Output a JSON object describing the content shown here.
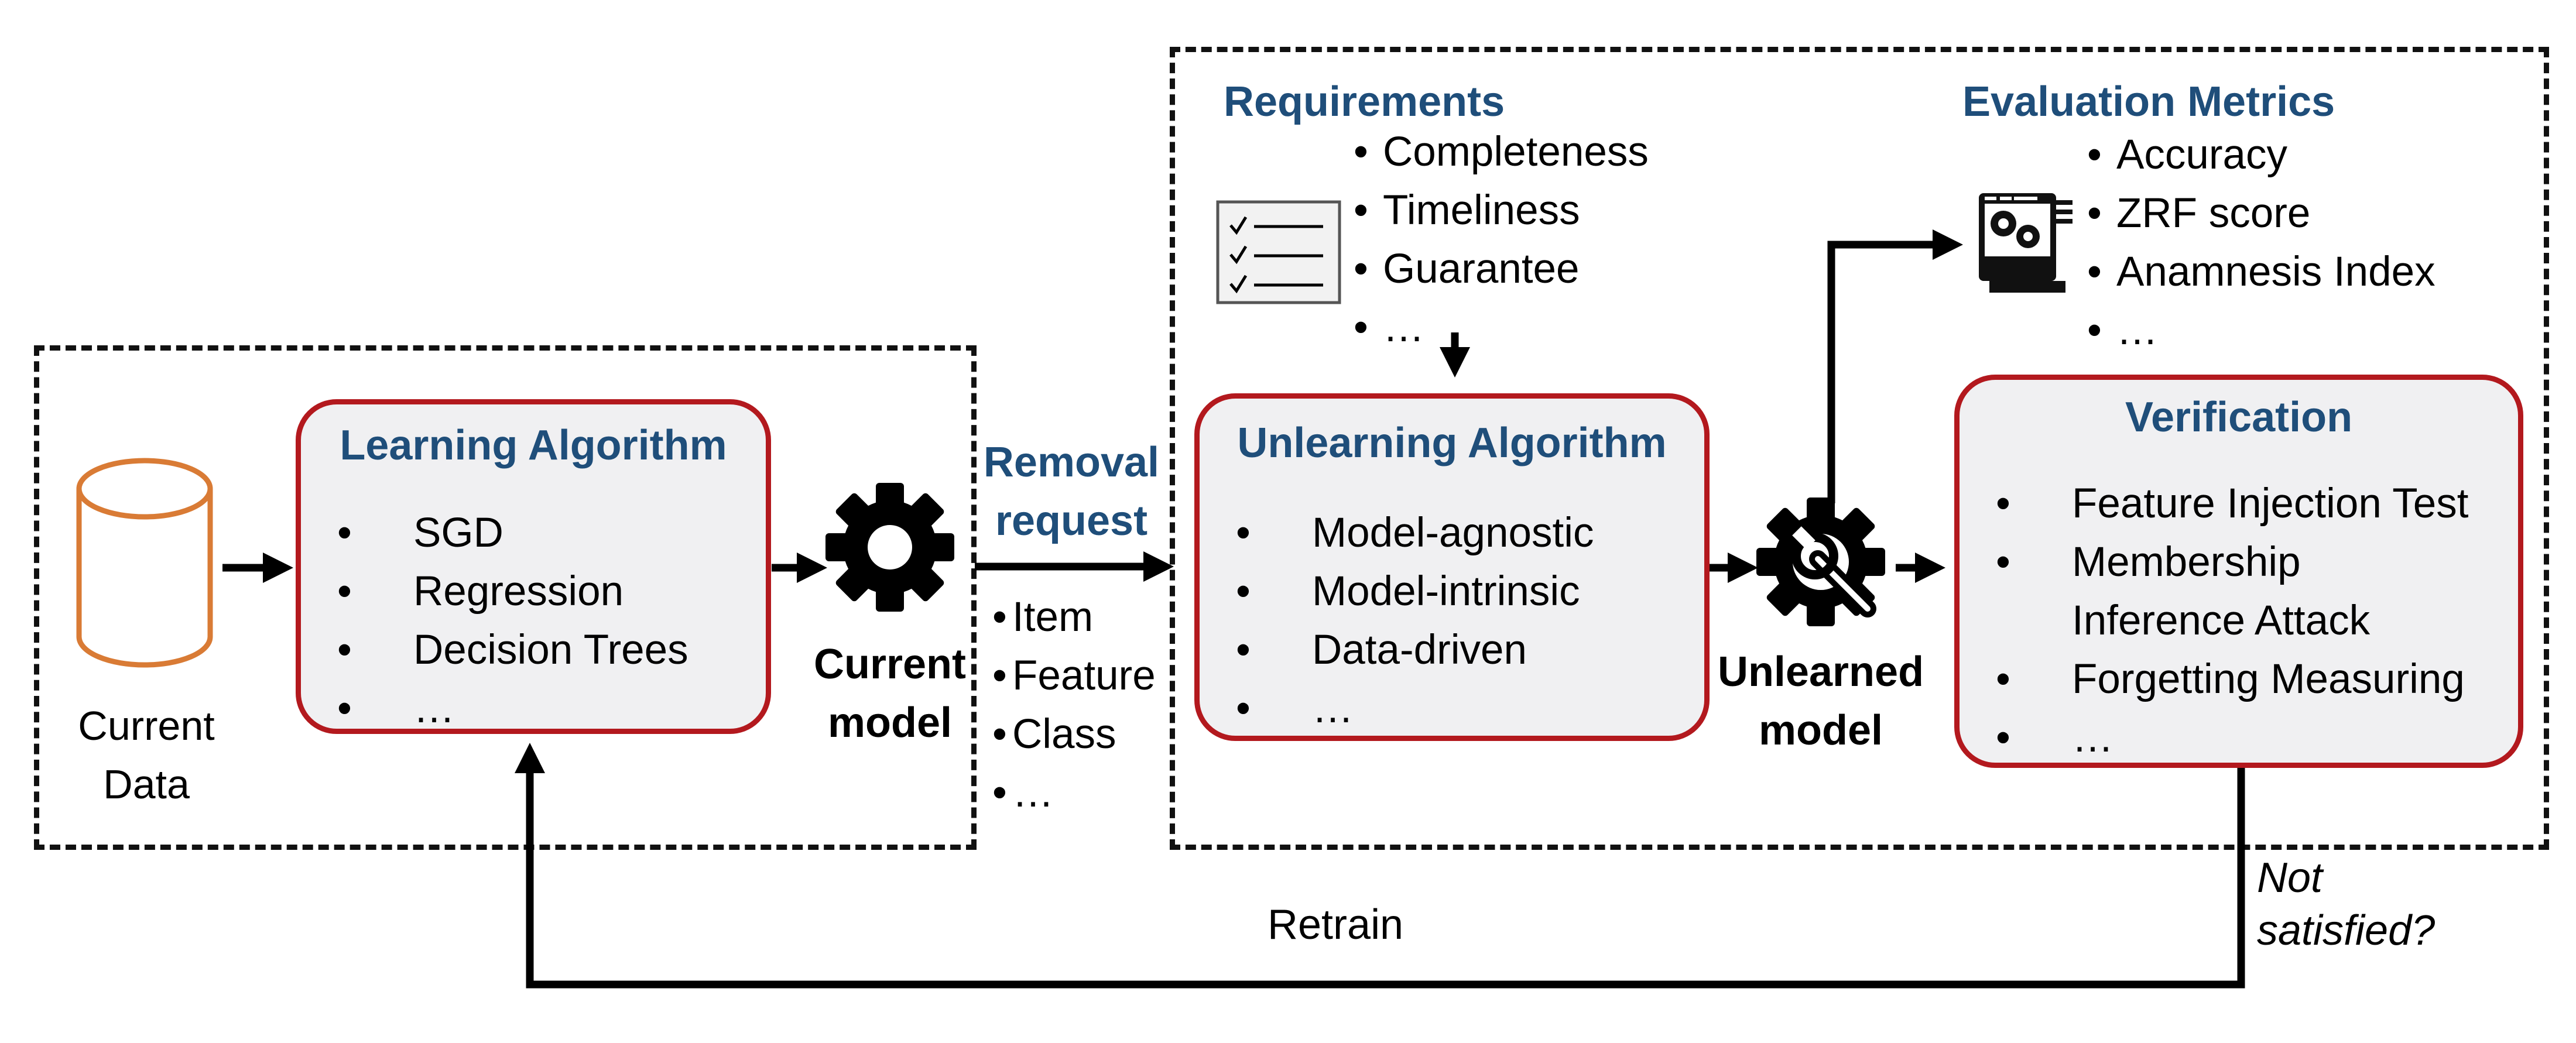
{
  "left_section": {
    "current_data": {
      "line1": "Current",
      "line2": "Data"
    },
    "learning_algorithm": {
      "title": "Learning Algorithm",
      "items": [
        "SGD",
        "Regression",
        "Decision Trees",
        "…"
      ]
    },
    "current_model": {
      "line1": "Current",
      "line2": "model"
    }
  },
  "removal": {
    "title_line1": "Removal",
    "title_line2": "request",
    "items": [
      "Item",
      "Feature",
      "Class",
      "…"
    ]
  },
  "right_section": {
    "requirements": {
      "title": "Requirements",
      "items": [
        "Completeness",
        "Timeliness",
        "Guarantee",
        "…"
      ]
    },
    "unlearning_algorithm": {
      "title": "Unlearning Algorithm",
      "items": [
        "Model-agnostic",
        "Model-intrinsic",
        "Data-driven",
        "…"
      ]
    },
    "unlearned_model": {
      "line1": "Unlearned",
      "line2": "model"
    },
    "evaluation_metrics": {
      "title": "Evaluation Metrics",
      "items": [
        "Accuracy",
        "ZRF score",
        "Anamnesis Index",
        "…"
      ]
    },
    "verification": {
      "title": "Verification",
      "items": [
        "Feature Injection Test",
        "Membership",
        "Inference Attack",
        "Forgetting Measuring",
        "…"
      ]
    }
  },
  "feedback": {
    "retrain_label": "Retrain",
    "not_satisfied_line1": "Not",
    "not_satisfied_line2": "satisfied?"
  },
  "colors": {
    "box_border": "#b3191e",
    "box_fill": "#f0f0f2",
    "title_blue": "#1f4e7a",
    "database_orange": "#d97b35"
  }
}
